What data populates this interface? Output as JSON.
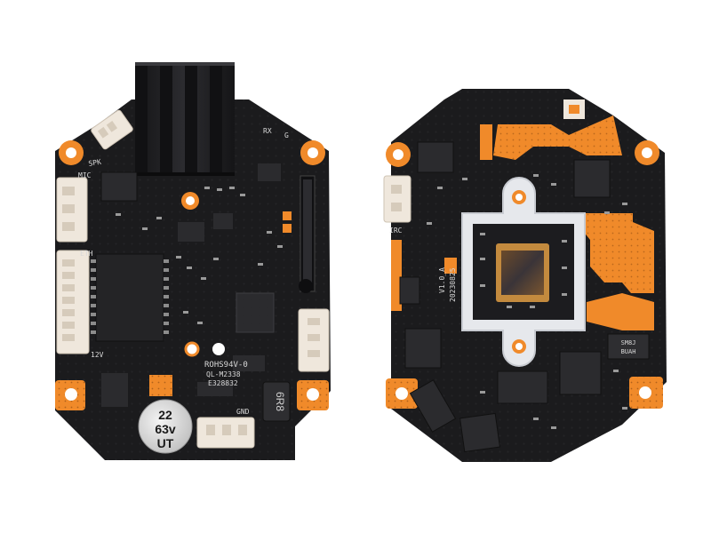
{
  "colors": {
    "background": "#ffffff",
    "pcb": "#1b1b1d",
    "copper": "#f08a2a",
    "heatsink": "#222224",
    "silkscreen": "#d8d8d8",
    "connector": "#efe7dc",
    "sensor_frame": "#e6e8ec"
  },
  "left_board": {
    "labels": {
      "spk": "SPK",
      "mic": "MIC",
      "eth": "ETH",
      "twelve_v": "12V",
      "rx": "RX",
      "g": "G",
      "gnd": "GND",
      "rohs": "ROHS94V-0",
      "ul": "QL-M2338",
      "e_number": "E328832",
      "inductor": "6R8"
    },
    "capacitor": {
      "line1": "22",
      "line2": "63v",
      "line3": "UT"
    }
  },
  "right_board": {
    "labels": {
      "irc": "IRC",
      "version": "V1.0_A",
      "date": "20230825",
      "marking": "SM8J\nBUAH",
      "marking_line1": "SM8J",
      "marking_line2": "BUAH"
    }
  }
}
